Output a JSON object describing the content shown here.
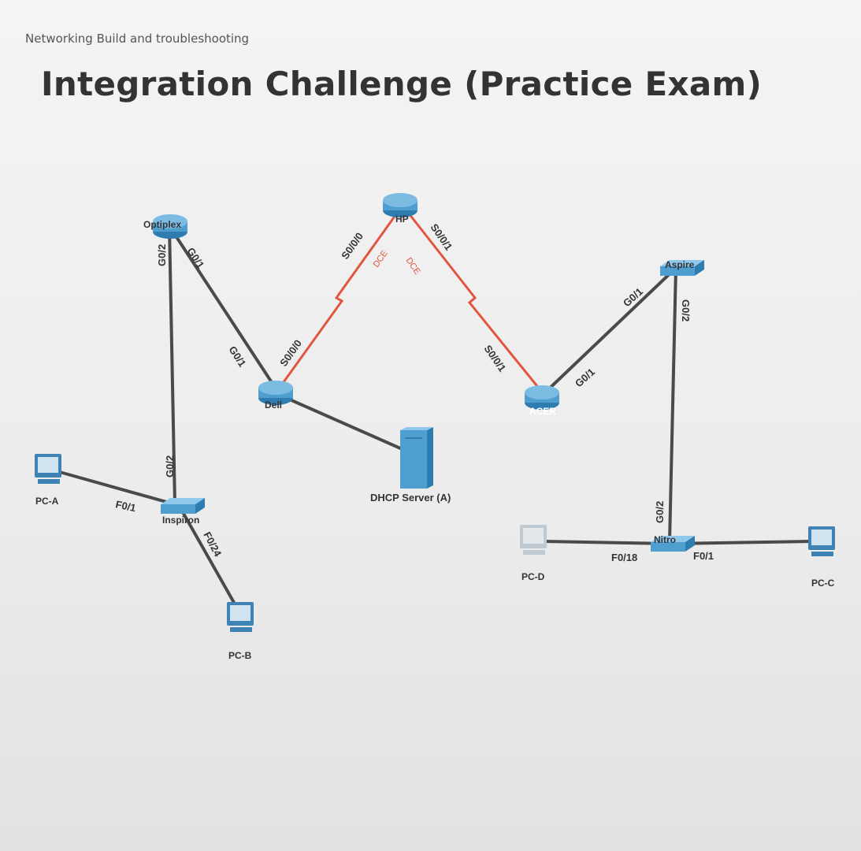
{
  "header": {
    "subtitle": "Networking Build and troubleshooting",
    "title": "Integration Challenge (Practice Exam)"
  },
  "colors": {
    "ethernet_link": "#4a4a4a",
    "serial_link": "#e2553e",
    "device_blue": "#4f9ed0",
    "pc_body": "#bfc9d2"
  },
  "devices": {
    "optiplex": "Optiplex",
    "hp": "HP",
    "dell": "Dell",
    "acer": "ACER",
    "aspire": "Aspire",
    "inspiron": "Inspiron",
    "nitro": "Nitro",
    "dhcp_server": "DHCP Server (A)",
    "pc_a": "PC-A",
    "pc_b": "PC-B",
    "pc_c": "PC-C",
    "pc_d": "PC-D"
  },
  "ports": {
    "optiplex_g0_1": "G0/1",
    "optiplex_g0_2": "G0/2",
    "dell_g0_1": "G0/1",
    "dell_s0_0_0": "S0/0/0",
    "hp_s0_0_0": "S0/0/0",
    "hp_s0_0_1": "S0/0/1",
    "hp_dce_left": "DCE",
    "hp_dce_right": "DCE",
    "acer_s0_0_1": "S0/0/1",
    "acer_g0_1": "G0/1",
    "aspire_g0_1": "G0/1",
    "aspire_g0_2": "G0/2",
    "inspiron_g0_2": "G0/2",
    "inspiron_f0_1": "F0/1",
    "inspiron_f0_24": "F0/24",
    "nitro_g0_2": "G0/2",
    "nitro_f0_18": "F0/18",
    "nitro_f0_1": "F0/1"
  }
}
